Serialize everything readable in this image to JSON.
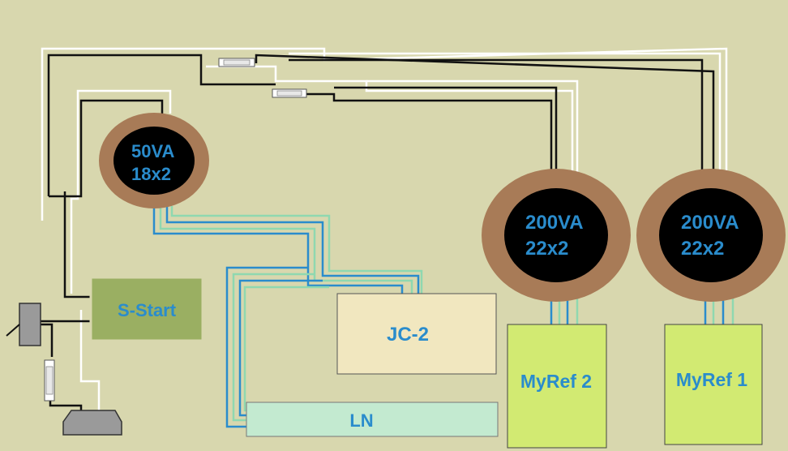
{
  "colors": {
    "background": "#d8d7ae",
    "wire_black": "#111111",
    "wire_white": "#ffffff",
    "wire_blue": "#2a8ccc",
    "wire_teal": "#8fd8b0",
    "toroid_ring": "#a87b57",
    "toroid_core": "#000000",
    "label_blue": "#2a8ccc",
    "sstart_fill": "#9aaf62",
    "jc2_fill": "#f1e7bf",
    "ln_fill": "#c3ead0",
    "myref_fill": "#d2ea72"
  },
  "transformers": {
    "t1": {
      "rating": "50VA",
      "winding": "18x2"
    },
    "t2": {
      "rating": "200VA",
      "winding": "22x2"
    },
    "t3": {
      "rating": "200VA",
      "winding": "22x2"
    }
  },
  "modules": {
    "sstart": "S-Start",
    "jc2": "JC-2",
    "ln": "LN",
    "myref2": "MyRef 2",
    "myref1": "MyRef 1"
  }
}
